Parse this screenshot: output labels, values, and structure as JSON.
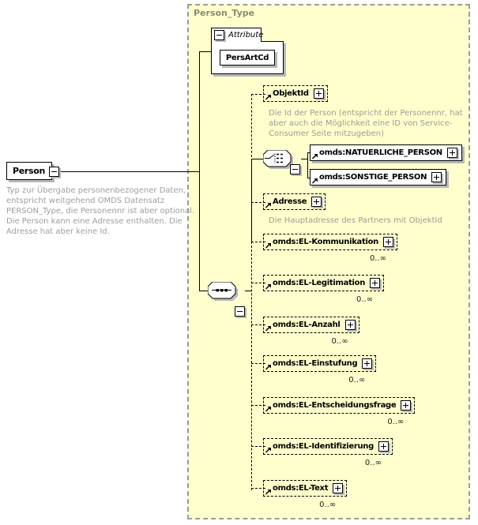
{
  "container": {
    "title": "Person_Type"
  },
  "person": {
    "label": "Person",
    "annotation": "Typ zur Übergabe personenbezogener Daten, entspricht weitgehend OMDS Datensatz PERSON_Type, die Personennr ist aber optional. Die Person kann eine Adresse enthalten. Die Adresse hat aber keine Id."
  },
  "attribute_group": {
    "label": "Attribute",
    "attribute": "PersArtCd"
  },
  "elements": {
    "objektid": {
      "label": "ObjektId",
      "annotation": "Die Id der Person (entspricht der Personennr, hat aber auch die Möglichkeit eine ID von Service-Consumer Seite mitzugeben)"
    },
    "natuerliche_person": {
      "label": "omds:NATUERLICHE_PERSON"
    },
    "sonstige_person": {
      "label": "omds:SONSTIGE_PERSON"
    },
    "adresse": {
      "label": "Adresse",
      "annotation": "Die Hauptadresse des Partners mit ObjektId"
    },
    "el_kommunikation": {
      "label": "omds:EL-Kommunikation",
      "occurrence": "0..∞"
    },
    "el_legitimation": {
      "label": "omds:EL-Legitimation",
      "occurrence": "0..∞"
    },
    "el_anzahl": {
      "label": "omds:EL-Anzahl",
      "occurrence": "0..∞"
    },
    "el_einstufung": {
      "label": "omds:EL-Einstufung",
      "occurrence": "0..∞"
    },
    "el_entscheidungsfrage": {
      "label": "omds:EL-Entscheidungsfrage",
      "occurrence": "0..∞"
    },
    "el_identifizierung": {
      "label": "omds:EL-Identifizierung",
      "occurrence": "0..∞"
    },
    "el_text": {
      "label": "omds:EL-Text",
      "occurrence": "0..∞"
    }
  },
  "colors": {
    "container_fill": "#ffffcd",
    "container_border": "#9b9b9b",
    "box_border": "#000000",
    "shadow": "#b9b9b9",
    "annotation_text": "#9c9c94",
    "type_title_text": "#8b8b74"
  }
}
